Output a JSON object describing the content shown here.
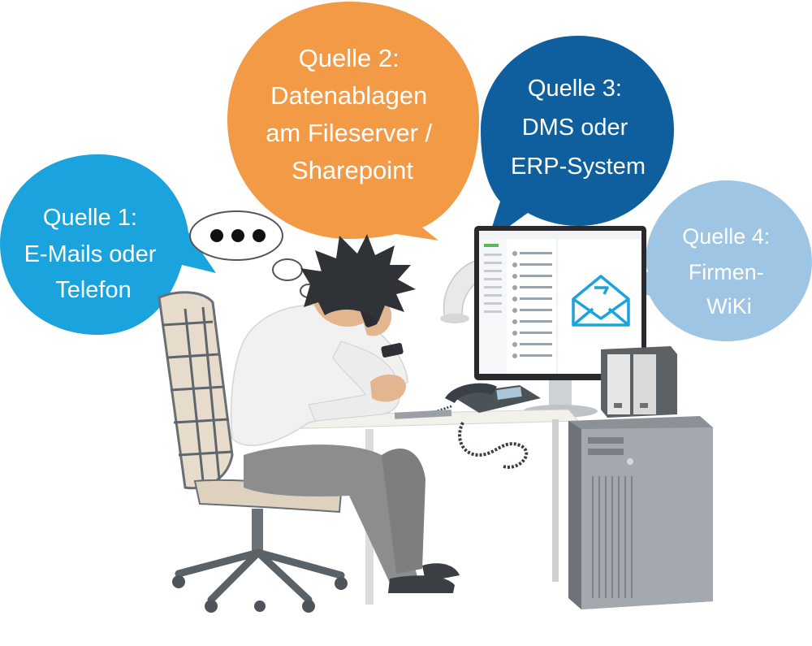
{
  "bubbles": [
    {
      "lines": [
        "Quelle 1:",
        "E-Mails oder",
        "Telefon"
      ],
      "color": "#1aa3dc"
    },
    {
      "lines": [
        "Quelle 2:",
        "Datenablagen",
        "am Fileserver /",
        "Sharepoint"
      ],
      "color": "#f29a46"
    },
    {
      "lines": [
        "Quelle 3:",
        "DMS oder",
        "ERP-System"
      ],
      "color": "#0f5f9e"
    },
    {
      "lines": [
        "Quelle 4:",
        "Firmen-",
        "WiKi"
      ],
      "color": "#9ec6e4"
    }
  ],
  "icons": {
    "thought": "thought-bubble-icon",
    "mail": "envelope-icon"
  }
}
